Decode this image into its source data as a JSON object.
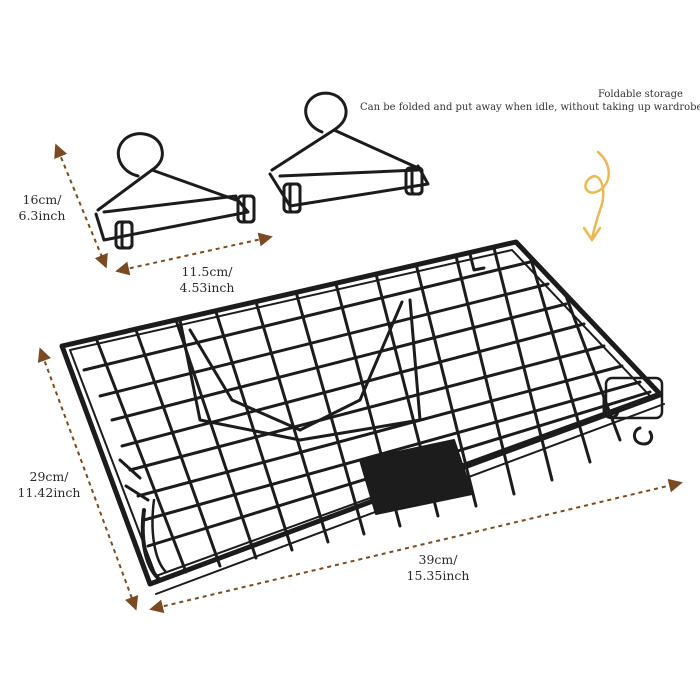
{
  "caption": {
    "title": "Foldable storage",
    "subtitle": "Can be folded and put away when idle, without taking up wardrobe space"
  },
  "dimensions": {
    "hanger_height": {
      "metric": "16cm/",
      "imperial": "6.3inch"
    },
    "hanger_width": {
      "metric": "11.5cm/",
      "imperial": "4.53inch"
    },
    "rack_depth": {
      "metric": "29cm/",
      "imperial": "11.42inch"
    },
    "rack_width": {
      "metric": "39cm/",
      "imperial": "15.35inch"
    }
  },
  "colors": {
    "dimension_line": "#7a4a22",
    "wire": "#1c1c1c",
    "accent_arrow": "#e8b955",
    "text": "#2b2b2b"
  },
  "icons": [
    "hanger-icon",
    "curled-arrow-icon"
  ]
}
